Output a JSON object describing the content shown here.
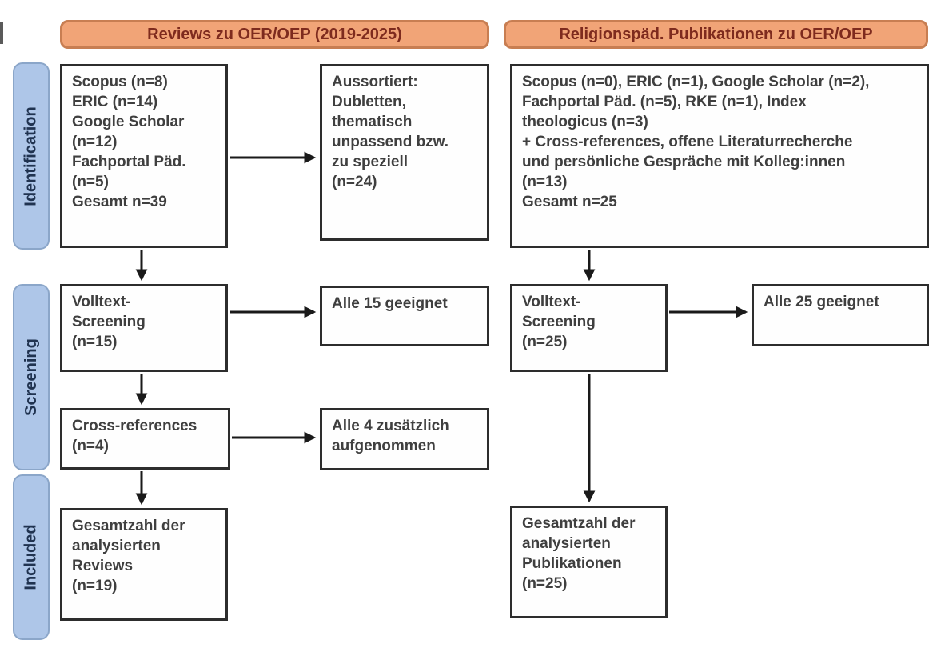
{
  "colors": {
    "header_fill": "#f1a477",
    "header_border": "#c87e52",
    "header_text": "#7e2b1e",
    "phase_fill": "#aec6e8",
    "phase_border": "#8ba6c9",
    "phase_text": "#203350",
    "box_border": "#2d2d2d",
    "box_text": "#3f3f3f",
    "arrow": "#1a1a1a"
  },
  "headers": {
    "left": "Reviews zu OER/OEP (2019-2025)",
    "right": "Religionspäd. Publikationen zu OER/OEP"
  },
  "phases": {
    "identification": "Identification",
    "screening": "Screening",
    "included": "Included"
  },
  "left_column": {
    "sources": "Scopus (n=8)\nERIC (n=14)\nGoogle Scholar\n(n=12)\nFachportal Päd.\n(n=5)\nGesamt n=39",
    "discarded": "Aussortiert:\nDubletten,\nthematisch\nunpassend bzw.\nzu speziell\n(n=24)",
    "fulltext_screening": "Volltext-\nScreening\n(n=15)",
    "eligible": "Alle 15 geeignet",
    "cross_references": "Cross-references\n(n=4)",
    "added": "Alle 4 zusätzlich\naufgenommen",
    "total": "Gesamtzahl der\nanalysierten\nReviews\n(n=19)"
  },
  "right_column": {
    "sources": "Scopus (n=0), ERIC (n=1), Google Scholar (n=2),\nFachportal Päd. (n=5), RKE (n=1), Index\ntheologicus (n=3)\n+ Cross-references, offene Literaturrecherche\nund persönliche Gespräche mit Kolleg:innen\n(n=13)\nGesamt n=25",
    "fulltext_screening": "Volltext-\nScreening\n(n=25)",
    "eligible": "Alle 25 geeignet",
    "total": "Gesamtzahl der\nanalysierten\nPublikationen\n(n=25)"
  }
}
